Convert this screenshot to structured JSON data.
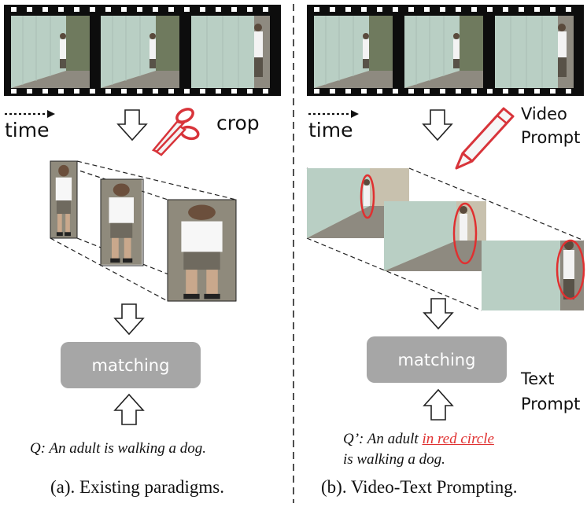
{
  "left_panel": {
    "time_label": "time",
    "crop_label": "crop",
    "matching_label": "matching",
    "query_text": "Q: An adult is walking a dog.",
    "caption": "(a). Existing paradigms."
  },
  "right_panel": {
    "time_label": "time",
    "video_prompt_label_1": "Video",
    "video_prompt_label_2": "Prompt",
    "matching_label": "matching",
    "text_prompt_label_1": "Text",
    "text_prompt_label_2": "Prompt",
    "query_prefix": "Q’: An adult ",
    "query_highlight": "in red circle",
    "query_suffix": "is walking a dog.",
    "caption": "(b). Video-Text Prompting."
  },
  "colors": {
    "prompt_red": "#e03030",
    "matching_box": "#a6a6a6",
    "fence": "#b9cfc4"
  },
  "icons": [
    "scissors-icon",
    "pencil-icon",
    "down-arrow-icon",
    "up-arrow-icon"
  ]
}
